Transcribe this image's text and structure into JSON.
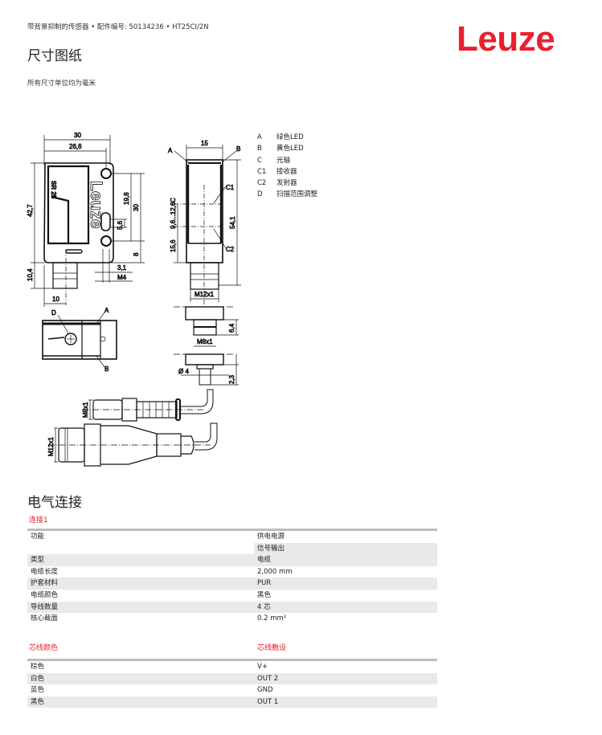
{
  "header": {
    "breadcrumb": "带背景抑制的传感器 • 配件编号: 50134236 • HT25CI/2N",
    "title": "尺寸图纸",
    "unit_note": "所有尺寸单位均为毫米",
    "logo": "Leuze"
  },
  "drawing": {
    "side_view": {
      "dim_width": "30",
      "dim_width_inner": "26,6",
      "dim_height": "42,7",
      "dim_connector": "10,4",
      "dim_bottom": "10",
      "dim_hole_spacing": "19,8",
      "dim_hole_total": "30",
      "dim_slot": "5,6",
      "dim_lower": "8",
      "dim_hole_dia": "3,1",
      "dim_thread": "M4",
      "product_marking": "SR 25",
      "body_logo": "Leuze"
    },
    "front_view": {
      "dim_width": "15",
      "dim_height": "54,1",
      "dim_c_range": "9,6...12,6",
      "dim_c2": "15,6",
      "dim_thread": "M12x1",
      "label_a": "A",
      "label_b": "B",
      "label_c": "C",
      "label_c1": "C1",
      "label_c2": "C2"
    },
    "top_view": {
      "label_a": "A",
      "label_b": "B",
      "label_d": "D"
    },
    "connector_m8": {
      "thread": "M8x1",
      "dim": "6,4"
    },
    "cable_exit": {
      "dia": "Ø 4",
      "dim": "2,3"
    },
    "cables": {
      "m8": "M8x1",
      "m12": "M12x1"
    }
  },
  "legend": [
    {
      "key": "A",
      "label": "绿色LED"
    },
    {
      "key": "B",
      "label": "黄色LED"
    },
    {
      "key": "C",
      "label": "光轴"
    },
    {
      "key": "C1",
      "label": "接收器"
    },
    {
      "key": "C2",
      "label": "发射器"
    },
    {
      "key": "D",
      "label": "扫描范围调整"
    }
  ],
  "electrical": {
    "title": "电气连接",
    "connection_label": "连接1",
    "rows": [
      {
        "name": "功能",
        "value": "供电电源"
      },
      {
        "name": "",
        "value": "信号输出"
      },
      {
        "name": "类型",
        "value": "电缆"
      },
      {
        "name": "电缆长度",
        "value": "2,000 mm"
      },
      {
        "name": "护套材料",
        "value": "PUR"
      },
      {
        "name": "电缆颜色",
        "value": "黑色"
      },
      {
        "name": "导线数量",
        "value": "4 芯"
      },
      {
        "name": "核心截面",
        "value": "0.2 mm²"
      }
    ],
    "wire_header": {
      "color": "芯线颜色",
      "assignment": "芯线敷设"
    },
    "wires": [
      {
        "color": "棕色",
        "assignment": "V+"
      },
      {
        "color": "白色",
        "assignment": "OUT 2"
      },
      {
        "color": "蓝色",
        "assignment": "GND"
      },
      {
        "color": "黑色",
        "assignment": "OUT 1"
      }
    ]
  },
  "colors": {
    "brand": "#e8202e",
    "row_shade": "#e9e9e9",
    "rule": "#bdbdbd"
  }
}
